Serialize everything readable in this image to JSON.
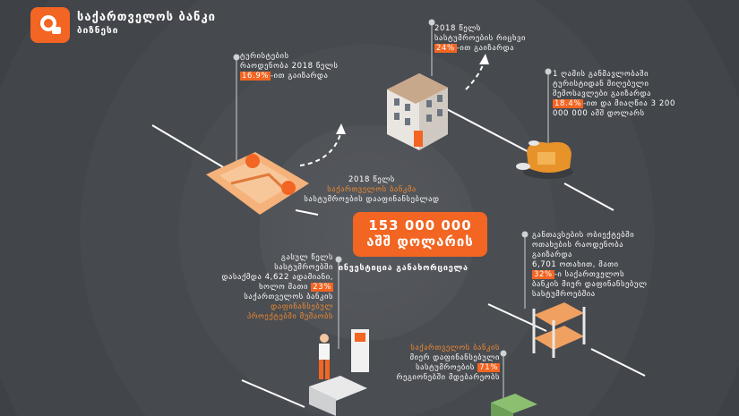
{
  "header": {
    "brand_title": "საქართველოს ბანკი",
    "brand_sub": "ბიზნესი"
  },
  "colors": {
    "accent": "#f26522",
    "background": "#4a4d52"
  },
  "icons": [
    "lion-logo-icon",
    "map-icon",
    "hotel-building-icon",
    "money-bag-icon",
    "bunk-bed-icon",
    "person-icon",
    "cash-stack-icon"
  ],
  "tourism": {
    "line1": "ტურისტების",
    "line2": "რაოდენობა 2018 წელს",
    "pct": "16.9%",
    "line3": "-ით გაიზარდა"
  },
  "hotels_growth": {
    "line1": "2018 წელს",
    "line2": "სასტუმროების რიცხვი",
    "pct": "24%",
    "line3": "-ით გაიზარდა"
  },
  "spending": {
    "line1": "1 ღამის განმავლობაში",
    "line2": "ტურისტიდან მიღებული",
    "line3": "შემოსავლები გაიზარდა",
    "pct": "18.4%",
    "line4": "-ით და მიაღწია 3 200",
    "line5": "000 000 აშშ დოლარს"
  },
  "center": {
    "line1": "2018 წელს",
    "line2": "საქართველოს ბანკმა",
    "line3": "სასტუმროების დააფინანსებლად",
    "amount": "153 000 000",
    "currency": "აშშ დოლარის",
    "footer": "ინვესტიცია განახორციელა"
  },
  "rooms": {
    "line1": "განთავსების ობიექტებში",
    "line2": "ოთახების რაოდენობა",
    "line3": "გაიზარდა",
    "line4": "6,701 ოთახით, მათი",
    "pct": "32%",
    "line5": "-ი საქართველოს",
    "line6": "ბანკის მიერ დაფინანსებულ",
    "line7": "სასტუმროებშია"
  },
  "jobs": {
    "line1": "გასულ წელს",
    "line2": "სასტუმროებში",
    "line3": "დასაქმდა 4,622 ადამიანი,",
    "line4": "ხოლო მათი",
    "pct": "23%",
    "line5": "საქართველოს ბანკის",
    "line6": "დაფინანსებულ",
    "line7": "პროექტებში მუშაობს"
  },
  "regions": {
    "line1": "საქართველოს ბანკის",
    "line2": "მიერ დაფინანსებული",
    "line3": "სასტუმროების",
    "pct": "71%",
    "line4": "რეგიონებში მდებარეობს"
  }
}
